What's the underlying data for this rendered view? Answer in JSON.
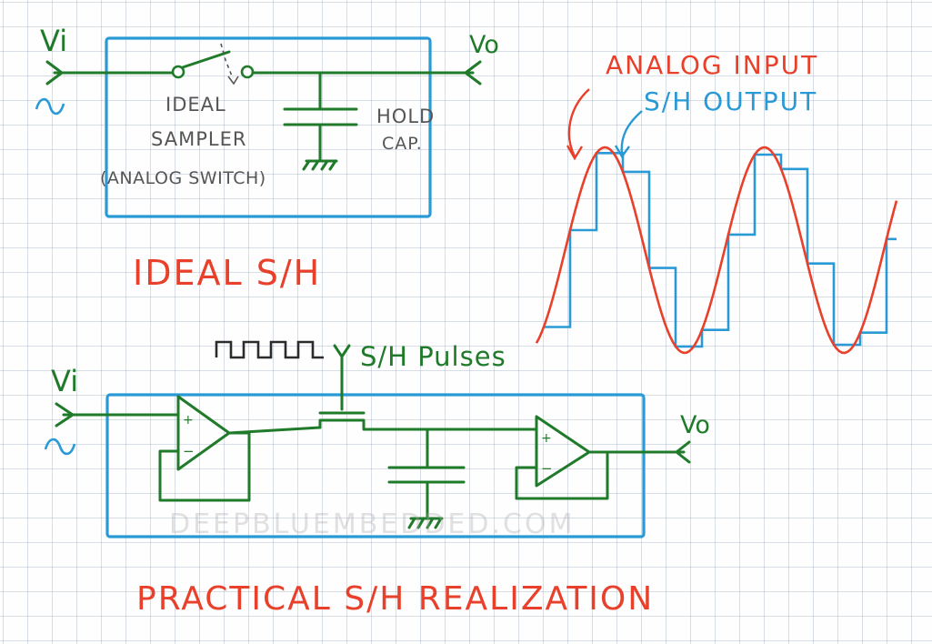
{
  "ideal": {
    "input_label": "Vi",
    "output_label": "Vo",
    "sampler_label_1": "IDEAL",
    "sampler_label_2": "SAMPLER",
    "sampler_label_3": "(ANALOG SWITCH)",
    "cap_label_1": "HOLD",
    "cap_label_2": "CAP.",
    "title": "IDEAL S/H"
  },
  "waveform": {
    "analog_input_label": "ANALOG INPUT",
    "sh_output_label": "S/H OUTPUT"
  },
  "practical": {
    "input_label": "Vi",
    "output_label": "Vo",
    "pulses_label": "S/H Pulses",
    "plus_sign": "+",
    "minus_sign": "−",
    "title": "PRACTICAL S/H REALIZATION"
  },
  "watermark": "DEEPBLUEMBEDDED.COM",
  "colors": {
    "wire": "#1f7a2a",
    "box": "#2a9ad6",
    "title": "#e8402a",
    "grid": "#7a8caa"
  }
}
